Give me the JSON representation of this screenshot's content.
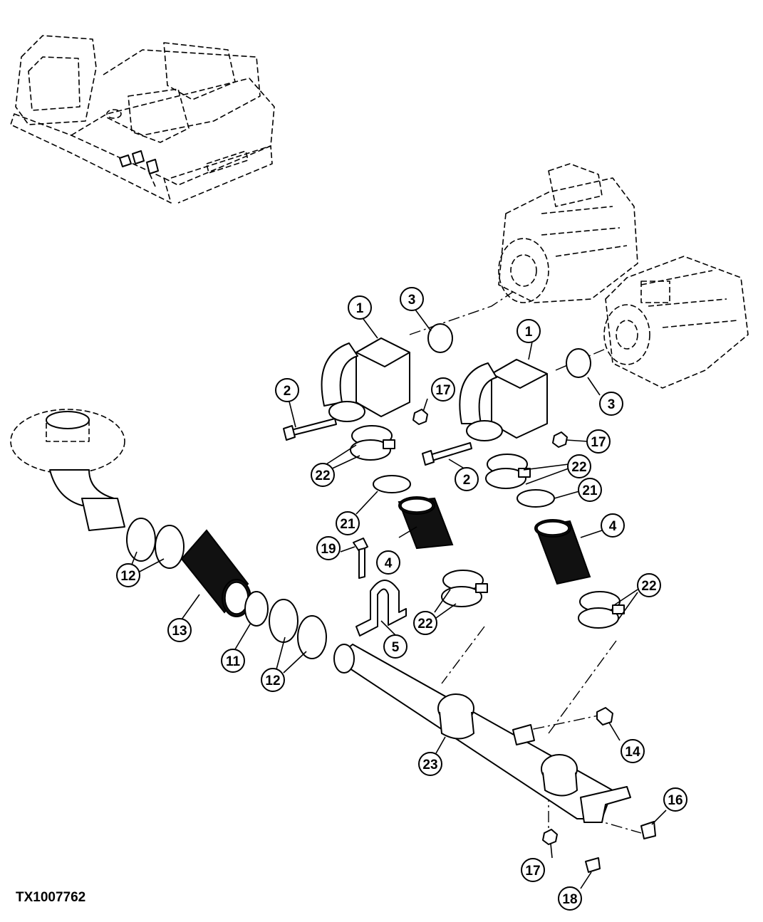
{
  "figure_id": "TX1007762",
  "callouts": [
    {
      "label": "1"
    },
    {
      "label": "1"
    },
    {
      "label": "2"
    },
    {
      "label": "2"
    },
    {
      "label": "3"
    },
    {
      "label": "3"
    },
    {
      "label": "4"
    },
    {
      "label": "4"
    },
    {
      "label": "5"
    },
    {
      "label": "11"
    },
    {
      "label": "12"
    },
    {
      "label": "12"
    },
    {
      "label": "13"
    },
    {
      "label": "14"
    },
    {
      "label": "16"
    },
    {
      "label": "17"
    },
    {
      "label": "17"
    },
    {
      "label": "17"
    },
    {
      "label": "18"
    },
    {
      "label": "19"
    },
    {
      "label": "21"
    },
    {
      "label": "21"
    },
    {
      "label": "22"
    },
    {
      "label": "22"
    },
    {
      "label": "22"
    },
    {
      "label": "22"
    },
    {
      "label": "23"
    }
  ]
}
